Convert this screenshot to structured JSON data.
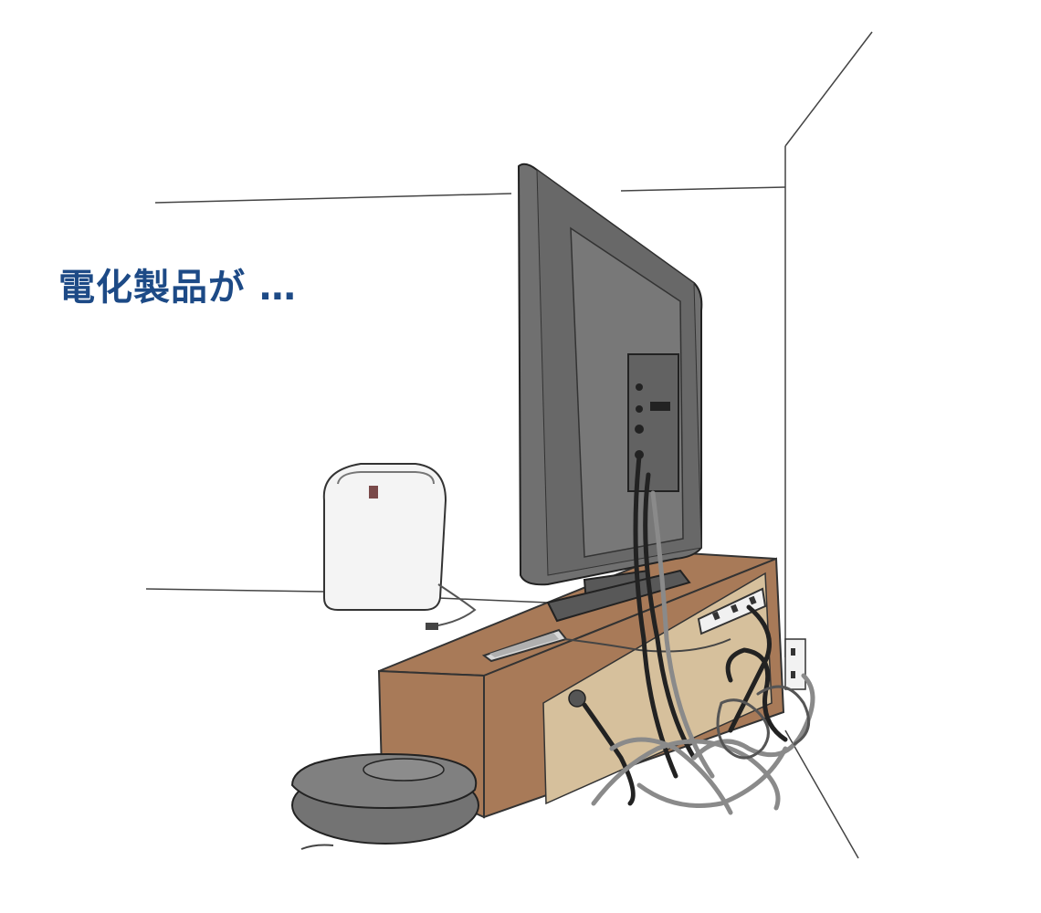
{
  "caption": {
    "text": "電化製品が …",
    "color": "#1d4a86"
  },
  "illustration": {
    "subjects": [
      "tv",
      "tv-stand",
      "power-strip",
      "smartphone",
      "humidifier",
      "robot-vacuum",
      "wall-outlet",
      "tangled-cables"
    ],
    "colors": {
      "tv_body": "#707070",
      "tv_dark": "#585858",
      "stand_wood": "#a87a58",
      "stand_panel": "#d6c09c",
      "humidifier": "#f4f4f4",
      "robot_vacuum": "#737373",
      "cable": "#8a8a8a",
      "line": "#333333"
    }
  }
}
